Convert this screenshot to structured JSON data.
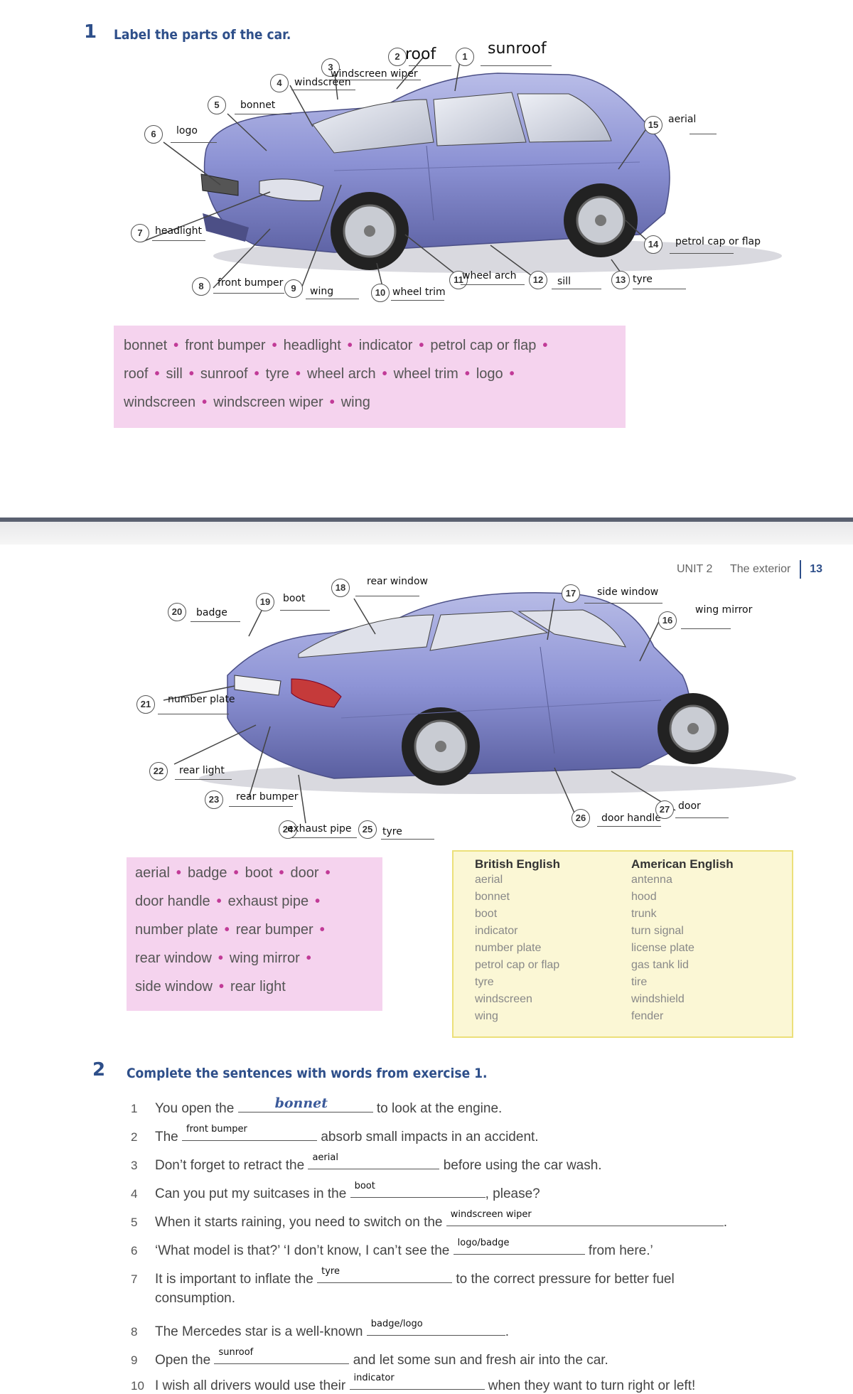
{
  "exercise1": {
    "number": "1",
    "title": "Label the parts of the car.",
    "labels": [
      {
        "num": "1",
        "answer": "sunroof"
      },
      {
        "num": "2",
        "answer": "roof"
      },
      {
        "num": "3",
        "answer": "windscreen wiper"
      },
      {
        "num": "4",
        "answer": "windscreen"
      },
      {
        "num": "5",
        "answer": "bonnet"
      },
      {
        "num": "6",
        "answer": "logo"
      },
      {
        "num": "7",
        "answer": "headlight"
      },
      {
        "num": "8",
        "answer": "front bumper"
      },
      {
        "num": "9",
        "answer": "wing"
      },
      {
        "num": "10",
        "answer": "wheel trim"
      },
      {
        "num": "11",
        "answer": "wheel arch"
      },
      {
        "num": "12",
        "answer": "sill"
      },
      {
        "num": "13",
        "answer": "tyre"
      },
      {
        "num": "14",
        "answer": "petrol cap or flap"
      },
      {
        "num": "15",
        "answer": "aerial"
      }
    ],
    "word_box": [
      [
        "bonnet",
        "front bumper",
        "headlight",
        "indicator",
        "petrol cap or flap"
      ],
      [
        "roof",
        "sill",
        "sunroof",
        "tyre",
        "wheel arch",
        "wheel trim",
        "logo"
      ],
      [
        "windscreen",
        "windscreen wiper",
        "wing"
      ]
    ]
  },
  "page_header": {
    "unit": "UNIT 2",
    "section": "The exterior",
    "page": "13"
  },
  "exercise1b": {
    "labels": [
      {
        "num": "16",
        "answer": "wing mirror"
      },
      {
        "num": "17",
        "answer": "side window"
      },
      {
        "num": "18",
        "answer": "rear window"
      },
      {
        "num": "19",
        "answer": "boot"
      },
      {
        "num": "20",
        "answer": "badge"
      },
      {
        "num": "21",
        "answer": "number plate"
      },
      {
        "num": "22",
        "answer": "rear light"
      },
      {
        "num": "23",
        "answer": "rear bumper"
      },
      {
        "num": "24",
        "answer": "exhaust pipe"
      },
      {
        "num": "25",
        "answer": "tyre"
      },
      {
        "num": "26",
        "answer": "door handle"
      },
      {
        "num": "27",
        "answer": "door"
      }
    ],
    "word_box": [
      [
        "aerial",
        "badge",
        "boot",
        "door"
      ],
      [
        "door handle",
        "exhaust pipe"
      ],
      [
        "number plate",
        "rear bumper"
      ],
      [
        "rear window",
        "wing mirror"
      ],
      [
        "side window",
        "rear light"
      ]
    ],
    "british_american": {
      "header_british": "British English",
      "header_american": "American English",
      "rows": [
        [
          "aerial",
          "antenna"
        ],
        [
          "bonnet",
          "hood"
        ],
        [
          "boot",
          "trunk"
        ],
        [
          "indicator",
          "turn signal"
        ],
        [
          "number plate",
          "license plate"
        ],
        [
          "petrol cap or flap",
          "gas tank lid"
        ],
        [
          "tyre",
          "tire"
        ],
        [
          "windscreen",
          "windshield"
        ],
        [
          "wing",
          "fender"
        ]
      ]
    }
  },
  "exercise2": {
    "number": "2",
    "title": "Complete the sentences with words from exercise 1.",
    "sentences": [
      {
        "n": "1",
        "before": "You open the",
        "answer": "bonnet",
        "after": "to look at the engine."
      },
      {
        "n": "2",
        "before": "The",
        "answer": "front bumper",
        "after": "absorb small impacts in an accident."
      },
      {
        "n": "3",
        "before": "Don’t forget to retract the",
        "answer": "aerial",
        "after": "before using the car wash."
      },
      {
        "n": "4",
        "before": "Can you put my suitcases in the",
        "answer": "boot",
        "after": ", please?"
      },
      {
        "n": "5",
        "before": "When it starts raining, you need to switch on the",
        "answer": "windscreen wiper",
        "after": "."
      },
      {
        "n": "6",
        "before": "‘What model is that?’ ‘I don’t know, I can’t see the",
        "answer": "logo/badge",
        "after": "from here.’"
      },
      {
        "n": "7",
        "before": "It is important to inflate the",
        "answer": "tyre",
        "after": "to the correct pressure for better fuel"
      },
      {
        "n": "",
        "before": "consumption.",
        "answer": "",
        "after": ""
      },
      {
        "n": "8",
        "before": "The Mercedes star is a well-known",
        "answer": "badge/logo",
        "after": "."
      },
      {
        "n": "9",
        "before": "Open the",
        "answer": "sunroof",
        "after": "and let some sun and fresh air into the car."
      },
      {
        "n": "10",
        "before": "I wish all drivers would use their",
        "answer": "indicator",
        "after": "when they want to turn right or left!"
      }
    ]
  }
}
